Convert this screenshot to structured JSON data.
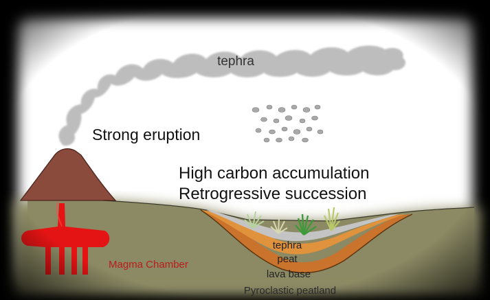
{
  "labels": {
    "tephra_cloud": "tephra",
    "strong_eruption": "Strong eruption",
    "high_carbon": "High carbon accumulation",
    "retrogressive": "Retrogressive succession",
    "magma_chamber": "Magma Chamber",
    "layer_tephra": "tephra",
    "layer_peat": "peat",
    "layer_lava_base": "lava base",
    "bottom_caption": "Pyroclastic peatland"
  },
  "colors": {
    "sky": "#ffffff",
    "ground": "#8c8a64",
    "volcano": "#8a4a3c",
    "magma": "#e41414",
    "plume": "#bdbdbd",
    "tephra_layer": "#c4c4c4",
    "peat_layer": "#d4893a",
    "lava_base_layer": "#c9732c",
    "vignette": "#000000"
  }
}
